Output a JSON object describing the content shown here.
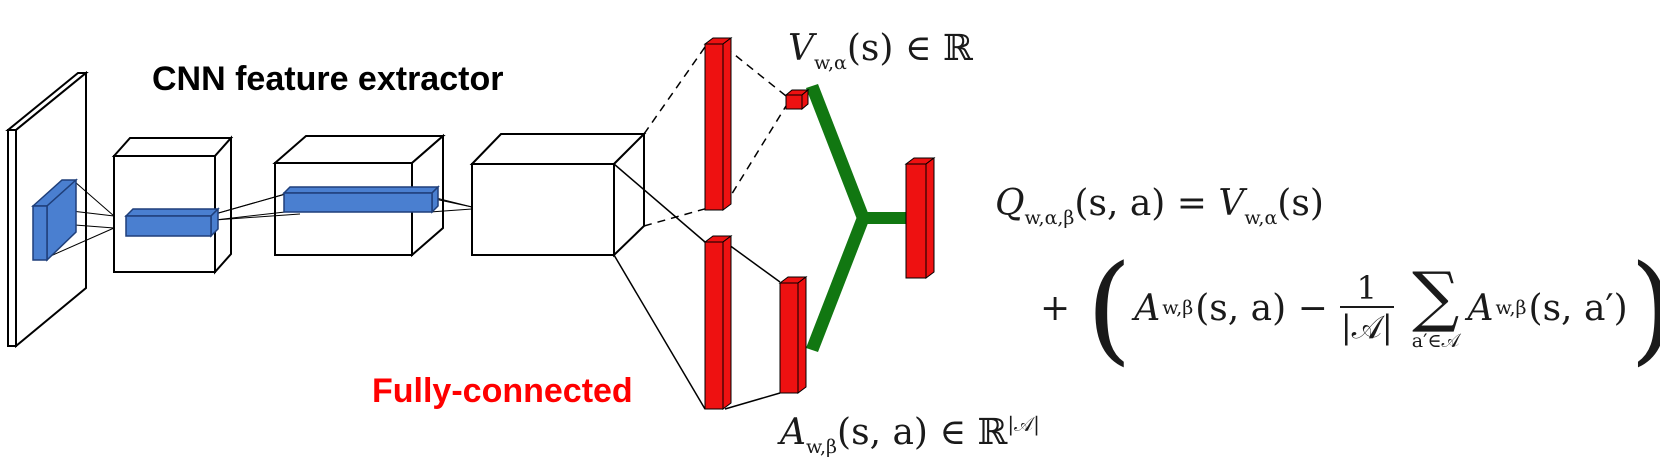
{
  "labels": {
    "cnn": "CNN feature extractor",
    "fc": "Fully-connected"
  },
  "value_stream": {
    "symbol": "V",
    "subscript": "w,α",
    "arg": "(s) ∈ ℝ"
  },
  "advantage_stream": {
    "symbol": "A",
    "subscript": "w,β",
    "arg": "(s, a) ∈ ℝ",
    "superscript": "|𝒜|"
  },
  "equation": {
    "lhs_symbol": "Q",
    "lhs_subscript": "w,α,β",
    "lhs_arg": "(s, a) =",
    "v_symbol": "V",
    "v_subscript": "w,α",
    "v_arg": "(s)",
    "plus": "+",
    "a_symbol": "A",
    "a_subscript": "w,β",
    "a_arg": "(s, a) −",
    "frac_num": "1",
    "frac_den": "|𝒜|",
    "sum_sign": "∑",
    "sum_sub": "a′∈𝒜",
    "a2_symbol": "A",
    "a2_subscript": "w,β",
    "a2_arg": "(s, a′)"
  },
  "colors": {
    "layer_blue": "#4a7fd0",
    "fc_red": "#ee1111",
    "merge_green": "#117711"
  }
}
